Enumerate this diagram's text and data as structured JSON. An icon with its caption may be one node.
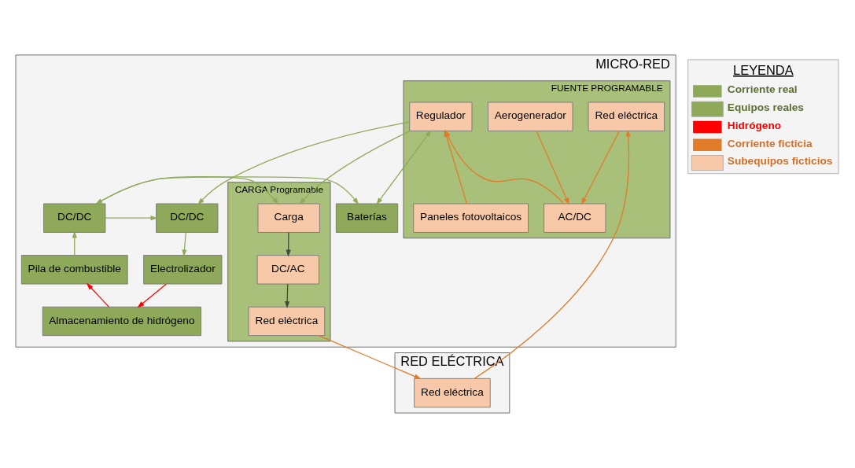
{
  "diagram": {
    "nodes": [
      {
        "text": [
          "MICRO-RED"
        ]
      },
      {
        "text": [
          "FUENTE PROGRAMABLE"
        ],
        "in": 0
      },
      {
        "text": [
          "Paneles fotovoltaicos"
        ],
        "in": 1
      },
      {
        "text": [
          "Regulador"
        ],
        "in": 1
      },
      {
        "text": [
          "Aerogenerador"
        ],
        "in": 1
      },
      {
        "text": [
          "AC/DC"
        ],
        "in": 1
      },
      {
        "text": [
          "Red eléctrica"
        ],
        "in": 1
      },
      {
        "text": [
          "CARGA Programable"
        ],
        "in": 0
      },
      {
        "text": [
          "Carga"
        ],
        "in": 7
      },
      {
        "text": [
          "DC/AC"
        ],
        "in": 7
      },
      {
        "text": [
          "Red eléctrica"
        ],
        "in": 7
      },
      {
        "text": [
          "DC/DC"
        ],
        "in": 0
      },
      {
        "text": [
          "DC/DC"
        ],
        "in": 0
      },
      {
        "text": [
          "Baterías"
        ],
        "in": 0
      },
      {
        "text": [
          "Electrolizador"
        ],
        "in": 0
      },
      {
        "text": [
          "Pila de combustible"
        ],
        "in": 0
      },
      {
        "text": [
          "Almacenamiento de hidrógeno"
        ],
        "in": 0
      },
      {
        "text": [
          "RED ELÉCTRICA"
        ]
      },
      {
        "text": [
          "Red eléctrica"
        ],
        "in": 17
      }
    ],
    "edges": [
      {
        "from": 2,
        "to": 3,
        "arrow": "to",
        "color": "#e07b2a"
      },
      {
        "from": 4,
        "to": 5,
        "arrow": "to",
        "color": "#e07b2a"
      },
      {
        "from": 6,
        "to": 5,
        "arrow": "to",
        "color": "#e07b2a"
      },
      {
        "from": 5,
        "to": 3,
        "arrow": "to",
        "color": "#e07b2a"
      },
      {
        "from": 3,
        "to": 8,
        "arrow": "to"
      },
      {
        "from": 3,
        "to": 11,
        "arrow": "to"
      },
      {
        "from": 3,
        "to": 13,
        "arrow": "both"
      },
      {
        "from": 12,
        "to": 8,
        "arrow": "to"
      },
      {
        "from": 12,
        "to": 11,
        "arrow": "to"
      },
      {
        "from": 12,
        "to": 13,
        "arrow": "both"
      },
      {
        "from": 8,
        "to": 9,
        "arrow": "to",
        "color": "#3f4a3c"
      },
      {
        "from": 9,
        "to": 10,
        "arrow": "to",
        "color": "#3f4a3c"
      },
      {
        "from": 11,
        "to": 14,
        "arrow": "to"
      },
      {
        "from": 14,
        "to": 16,
        "arrow": "to",
        "color": "#ff0000"
      },
      {
        "from": 16,
        "to": 15,
        "arrow": "to",
        "color": "#ff0000"
      },
      {
        "from": 15,
        "to": 12,
        "arrow": "to"
      },
      {
        "from": 10,
        "to": 18,
        "arrow": "to",
        "color": "#e07b2a"
      },
      {
        "from": 18,
        "to": 6,
        "arrow": "to",
        "color": "#e07b2a"
      }
    ],
    "labels": [
      "LEYENDA"
    ],
    "legend": [
      {
        "text": "Corriente real"
      },
      {
        "text": "Equipos reales",
        "color": "#8fa95a"
      },
      {
        "text": "Hidrógeno"
      },
      {
        "text": "Corriente ficticia"
      },
      {
        "text": "Subequipos ficticios",
        "color": "#f8c9a8"
      }
    ]
  }
}
